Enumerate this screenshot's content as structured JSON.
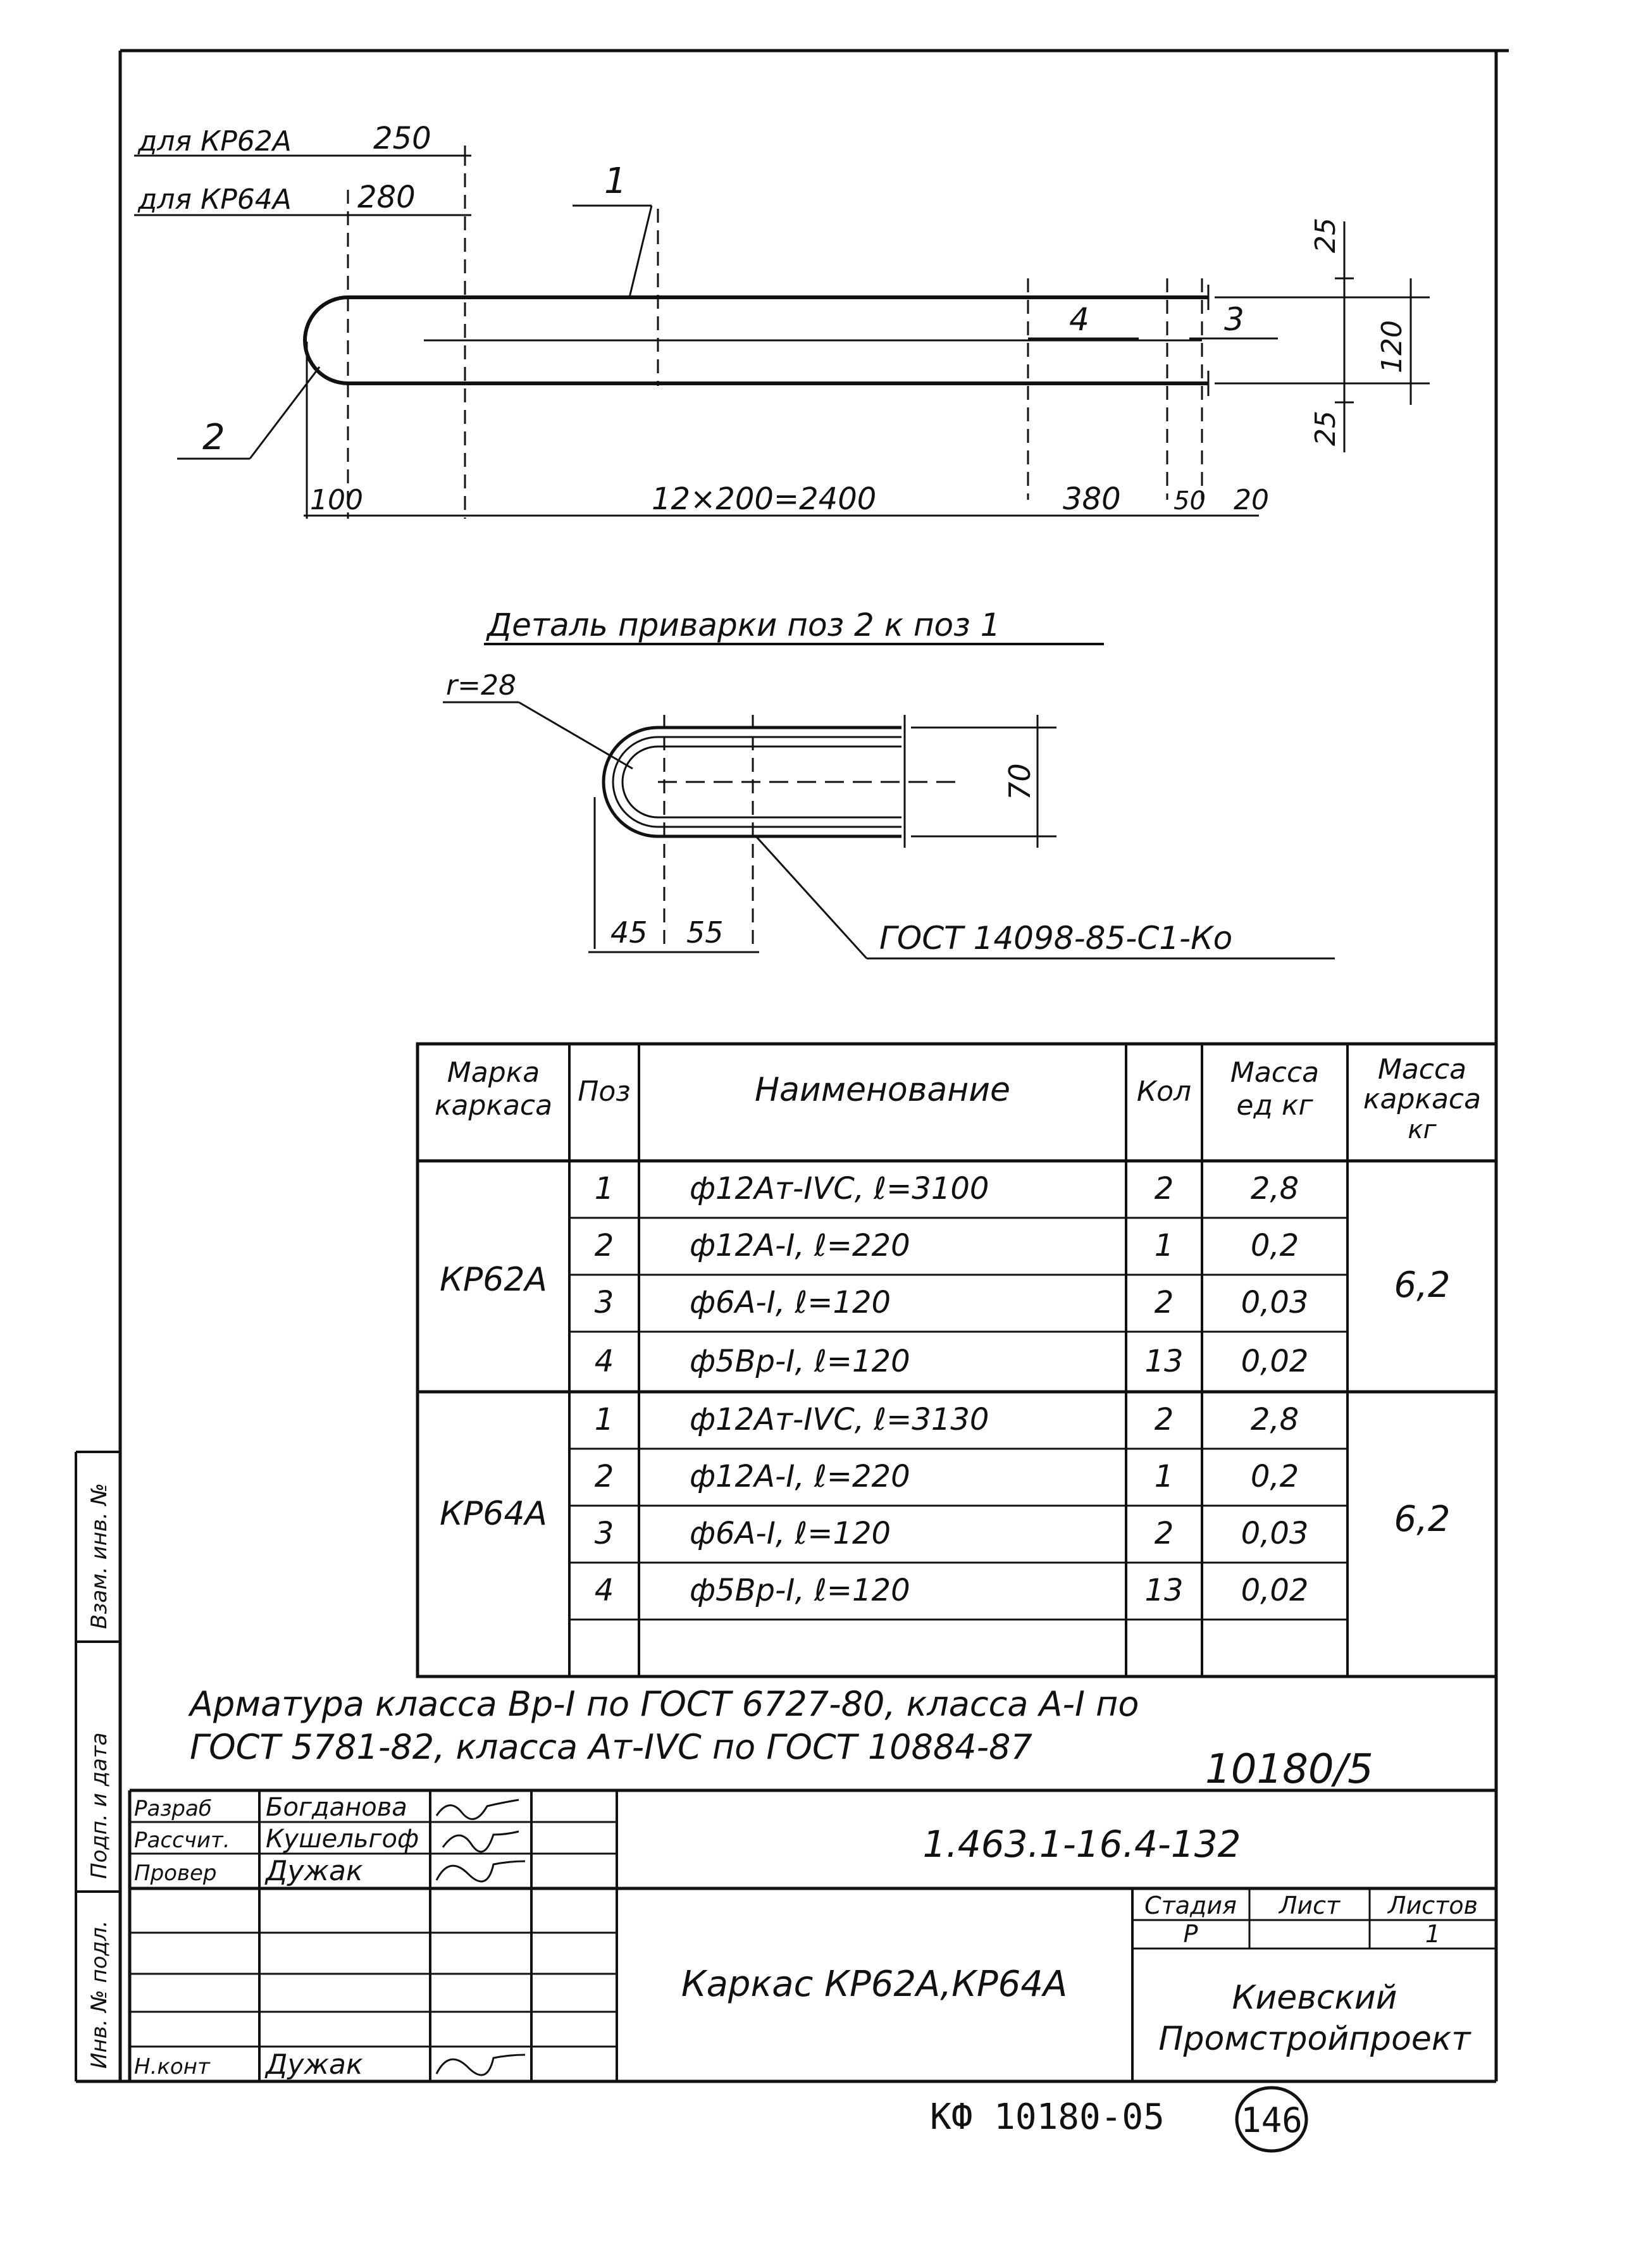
{
  "drawing": {
    "callouts": {
      "for_kr62a": "для КР62А",
      "for_kr64a": "для КР64А",
      "dim_250": "250",
      "dim_280": "280",
      "pos_1": "1",
      "pos_2": "2",
      "pos_3": "3",
      "pos_4": "4",
      "dim_25_top": "25",
      "dim_120": "120",
      "dim_25_bottom": "25",
      "dim_100": "100",
      "dim_main": "12×200=2400",
      "dim_380": "380",
      "dim_50": "50",
      "dim_20": "20"
    },
    "detail": {
      "title": "Деталь приварки поз 2 к поз 1",
      "radius": "r=28",
      "dim_70": "70",
      "dim_45": "45",
      "dim_55": "55",
      "weld_standard": "ГОСТ 14098-85-С1-Ко"
    }
  },
  "spec_table": {
    "headers": {
      "mark": [
        "Марка",
        "каркаса"
      ],
      "pos": "Поз",
      "name": "Наименование",
      "qty": "Кол",
      "unit_mass": [
        "Масса",
        "ед кг"
      ],
      "frame_mass": [
        "Масса",
        "каркаса",
        "кг"
      ]
    },
    "groups": [
      {
        "mark": "КР62А",
        "frame_mass": "6,2",
        "rows": [
          {
            "pos": "1",
            "name": "ф12Ат-IVС, ℓ=3100",
            "qty": "2",
            "mass": "2,8"
          },
          {
            "pos": "2",
            "name": "ф12А-I, ℓ=220",
            "qty": "1",
            "mass": "0,2"
          },
          {
            "pos": "3",
            "name": "ф6А-I, ℓ=120",
            "qty": "2",
            "mass": "0,03"
          },
          {
            "pos": "4",
            "name": "ф5Вр-I, ℓ=120",
            "qty": "13",
            "mass": "0,02"
          }
        ]
      },
      {
        "mark": "КР64А",
        "frame_mass": "6,2",
        "rows": [
          {
            "pos": "1",
            "name": "ф12Ат-IVС, ℓ=3130",
            "qty": "2",
            "mass": "2,8"
          },
          {
            "pos": "2",
            "name": "ф12А-I, ℓ=220",
            "qty": "1",
            "mass": "0,2"
          },
          {
            "pos": "3",
            "name": "ф6А-I, ℓ=120",
            "qty": "2",
            "mass": "0,03"
          },
          {
            "pos": "4",
            "name": "ф5Вр-I, ℓ=120",
            "qty": "13",
            "mass": "0,02"
          }
        ]
      }
    ]
  },
  "note": {
    "line1": "Арматура класса Вр-I по ГОСТ 6727-80, класса А-I по",
    "line2": "ГОСТ 5781-82, класса Ат-IVС по ГОСТ 10884-87",
    "sheet_ref": "10180/5"
  },
  "title_block": {
    "doc_code": "1.463.1-16.4-132",
    "title": "Каркас КР62А,КР64А",
    "stage_label": "Стадия",
    "sheet_label": "Лист",
    "sheets_label": "Листов",
    "stage_value": "Р",
    "sheet_value": "",
    "sheets_value": "1",
    "organization": [
      "Киевский",
      "Промстройпроект"
    ],
    "signatures": [
      {
        "role": "Разраб",
        "name": "Богданова"
      },
      {
        "role": "Рассчит.",
        "name": "Кушельгоф"
      },
      {
        "role": "Провер",
        "name": "Дужак"
      },
      {
        "role": "Н.конт",
        "name": "Дужак"
      }
    ]
  },
  "side_strip": [
    "Инв. № подл.",
    "Подп. и дата",
    "Взам. инв. №"
  ],
  "footer": {
    "archive_code": "КФ 10180-05",
    "page_number": "146"
  }
}
